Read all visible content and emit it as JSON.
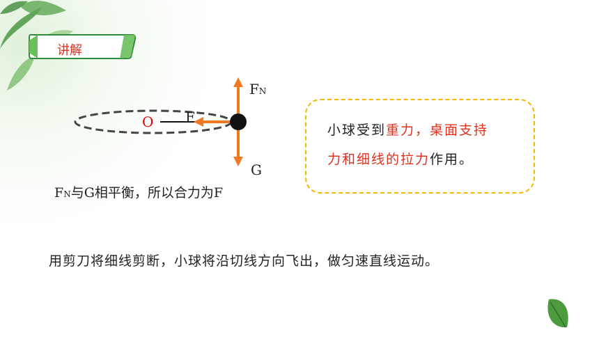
{
  "tag": {
    "label": "讲解"
  },
  "diagram": {
    "label_fn_main": "F",
    "label_fn_sub": "N",
    "label_g": "G",
    "label_o": "O",
    "label_f": "F"
  },
  "equilibrium": {
    "fn_main": "F",
    "fn_sub": "N",
    "rest": "与G相平衡，所以合力为F"
  },
  "callout": {
    "part1": "小球受到",
    "part2_red": "重力，桌面支持",
    "part3_red": "力和细线的拉力",
    "part4": "作用。"
  },
  "conclusion": {
    "text": "用剪刀将细线剪断，小球将沿切线方向飞出，做匀速直线运动。"
  },
  "colors": {
    "accent_red": "#e0301e",
    "arrow_orange": "#f07820",
    "box_border": "#f5b800",
    "leaf_green": "#3f8a3a"
  }
}
